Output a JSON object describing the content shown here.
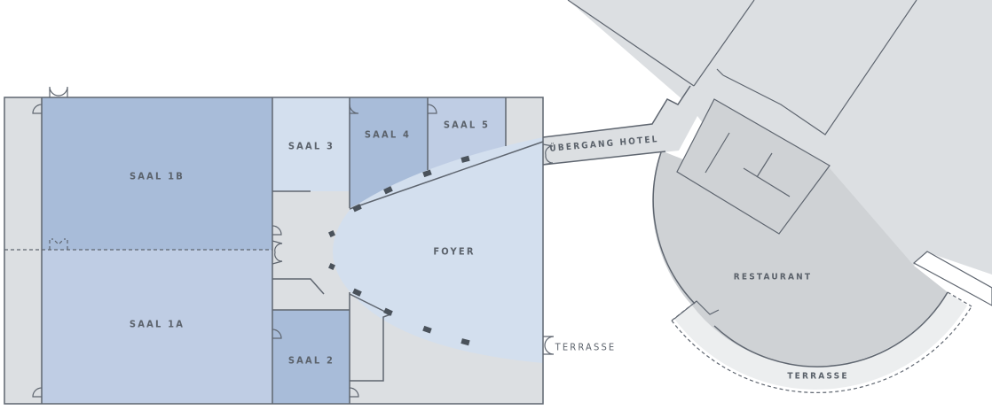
{
  "map": {
    "colors": {
      "saal_dark": "#a8bcd9",
      "saal_mid": "#bfcde4",
      "saal_light": "#d3dfee",
      "corridor": "#dcdfe2",
      "restaurant": "#cfd2d5",
      "terrace": "#eceeef",
      "wall": "#5f6670",
      "column": "#4a525b"
    },
    "rooms": [
      {
        "id": "saal-1b",
        "label": "SAAL 1B"
      },
      {
        "id": "saal-1a",
        "label": "SAAL 1A"
      },
      {
        "id": "saal-2",
        "label": "SAAL 2"
      },
      {
        "id": "saal-3",
        "label": "SAAL 3"
      },
      {
        "id": "saal-4",
        "label": "SAAL 4"
      },
      {
        "id": "saal-5",
        "label": "SAAL 5"
      },
      {
        "id": "foyer",
        "label": "FOYER"
      },
      {
        "id": "restaurant",
        "label": "RESTAURANT"
      }
    ],
    "labels": {
      "saal_1b": "SAAL 1B",
      "saal_1a": "SAAL 1A",
      "saal_2": "SAAL 2",
      "saal_3": "SAAL 3",
      "saal_4": "SAAL 4",
      "saal_5": "SAAL 5",
      "foyer": "FOYER",
      "terrasse_foyer": "TERRASSE",
      "uebergang_hotel": "ÜBERGANG HOTEL",
      "restaurant": "RESTAURANT",
      "terrasse_restaurant": "TERRASSE"
    }
  }
}
